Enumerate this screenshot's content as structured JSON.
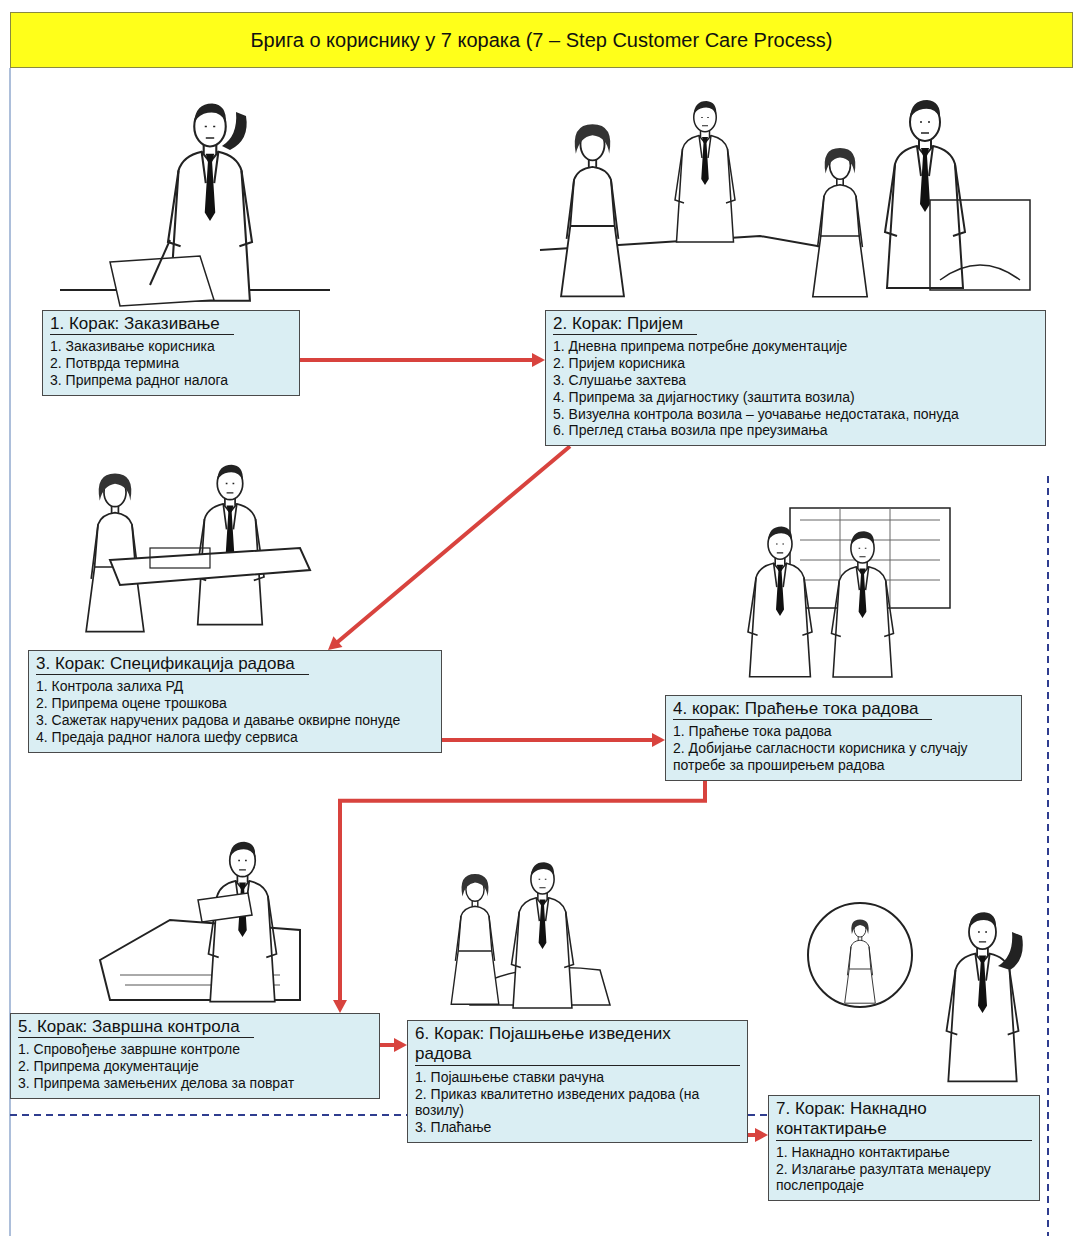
{
  "diagram": {
    "title": "Брига о кориснику у 7 корака (7 – Step Customer Care Process)",
    "nodes": [
      {
        "text": [
          "1. Корак: Заказивање",
          "1. Заказивање корисника",
          "2. Потврда термина",
          "3. Припрема радног налога"
        ]
      },
      {
        "text": [
          "2. Корак: Пријем",
          "1. Дневна припрема потребне документације",
          "2. Пријем корисника",
          "3. Слушање захтева",
          "4. Припрема за дијагностику (заштита возила)",
          "5. Визуелна контрола возила – уочавање недостатака, понуда",
          "6. Преглед стања возила пре преузимања"
        ]
      },
      {
        "text": [
          "3. Корак: Спецификација радова",
          "1. Контрола залиха РД",
          "2. Припрема оцене трошкова",
          "3. Сажетак наручених радова и давање оквирне понуде",
          "4. Предаја радног налога шефу сервиса"
        ]
      },
      {
        "text": [
          "4. корак: Праћење тока радова",
          "1. Праћење тока радова",
          "2. Добијање сагласности корисника у случају потребе за проширењем радова"
        ]
      },
      {
        "text": [
          "5. Корак: Завршна контрола",
          "1. Спровођење завршне контроле",
          "2. Припрема документације",
          "3. Припрема замењених делова за поврат"
        ]
      },
      {
        "text": [
          "6. Корак: Појашњење изведених радова",
          "1. Појашњење ставки рачуна",
          "2. Приказ квалитетно изведених радова (на возилу)",
          "3. Плаћање"
        ]
      },
      {
        "text": [
          "7. Корак: Накнадно контактирање",
          "1. Накнадно контактирање",
          "2. Излагање разултата менаџеру послепродаје"
        ]
      }
    ],
    "edges": [
      {
        "from": 0,
        "to": 1,
        "arrow": "to"
      },
      {
        "from": 1,
        "to": 2,
        "arrow": "to"
      },
      {
        "from": 2,
        "to": 3,
        "arrow": "to"
      },
      {
        "from": 3,
        "to": 4,
        "arrow": "to"
      },
      {
        "from": 4,
        "to": 5,
        "arrow": "to"
      },
      {
        "from": 5,
        "to": 6,
        "arrow": "to"
      }
    ]
  }
}
